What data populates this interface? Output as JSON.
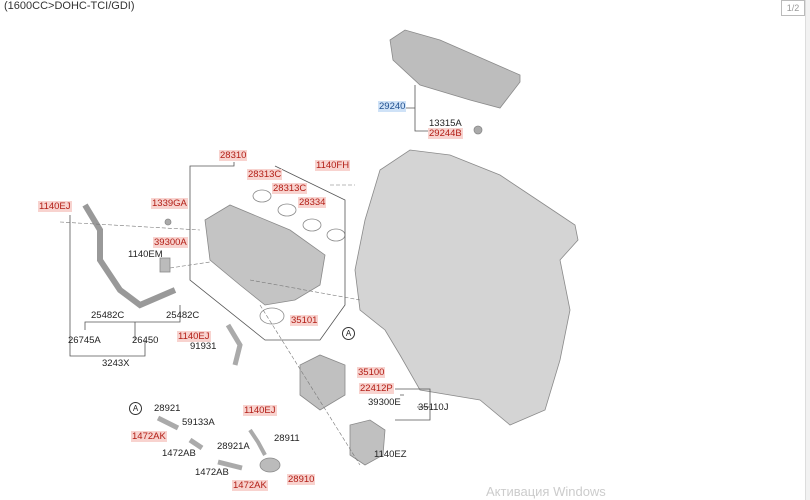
{
  "header": {
    "subtitle": "(1600CC>DOHC-TCI/GDI)",
    "page_indicator": "1/2"
  },
  "callouts": {
    "ref_a": "A"
  },
  "labels": {
    "p29240": "29240",
    "p13315A": "13315A",
    "p29244B": "29244B",
    "p28310": "28310",
    "p1140FH": "1140FH",
    "p28313C_1": "28313C",
    "p28313C_2": "28313C",
    "p28334": "28334",
    "p1339GA": "1339GA",
    "p1140EJ_1": "1140EJ",
    "p39300A": "39300A",
    "p1140EM": "1140EM",
    "p25482C_1": "25482C",
    "p25482C_2": "25482C",
    "p26745A": "26745A",
    "p26450": "26450",
    "p3243X": "3243X",
    "p1140EJ_2": "1140EJ",
    "p91931": "91931",
    "p35101": "35101",
    "p35100": "35100",
    "p22412P": "22412P",
    "p39300E": "39300E",
    "p35110J": "35110J",
    "p1140EZ": "1140EZ",
    "p28921": "28921",
    "p59133A": "59133A",
    "p1472AK_1": "1472AK",
    "p1472AB_1": "1472AB",
    "p28921A": "28921A",
    "p1472AB_2": "1472AB",
    "p1472AK_2": "1472AK",
    "p1140EJ_3": "1140EJ",
    "p28911": "28911",
    "p28910": "28910"
  },
  "watermark": "Активация Windows",
  "colors": {
    "highlight_red": "#f8d3cf",
    "text_red": "#b21e16",
    "highlight_blue": "#cfe2f7",
    "part_gray": "#c9c9c9"
  }
}
